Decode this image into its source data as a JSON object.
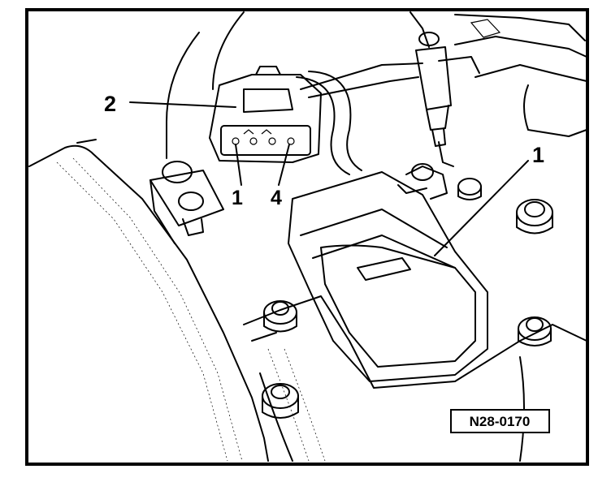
{
  "labels": {
    "cable_connector": "2",
    "component": "1",
    "pin_first": "1",
    "pin_last": "4"
  },
  "reference_code": "N28-0170",
  "colors": {
    "line": "#000000",
    "background": "#ffffff"
  }
}
